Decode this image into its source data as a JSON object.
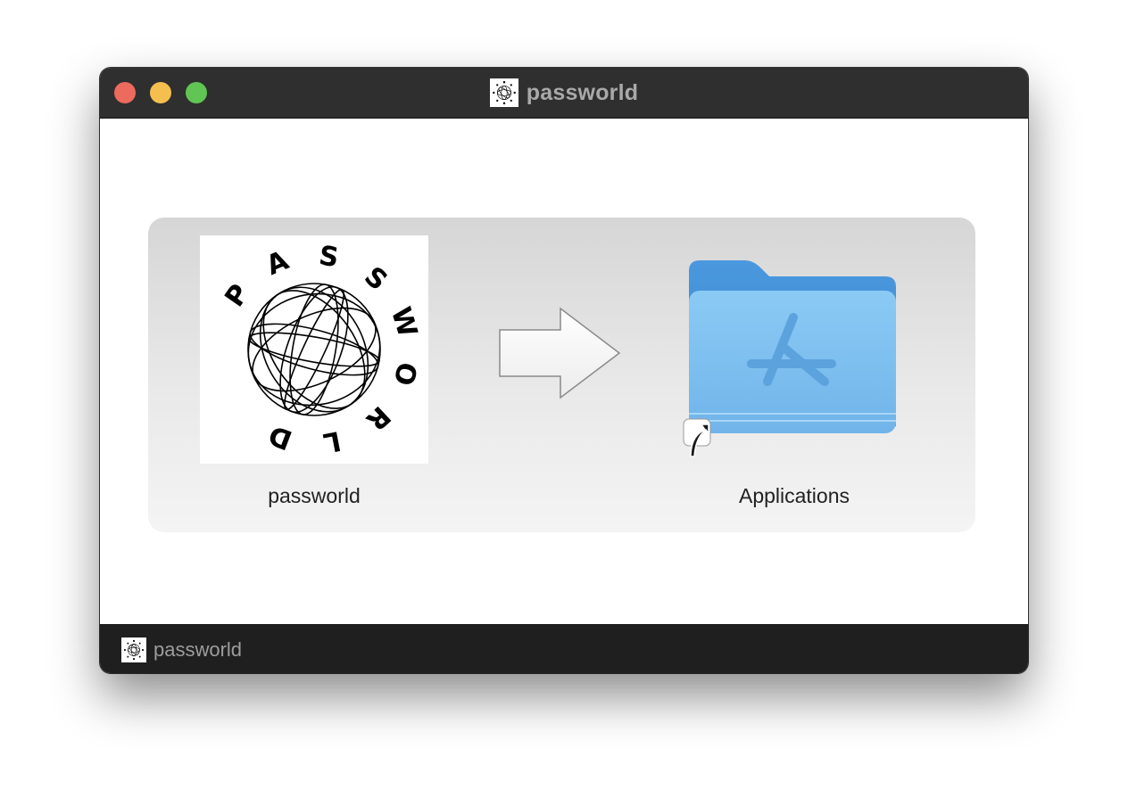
{
  "window": {
    "title": "passworld"
  },
  "installer": {
    "app_name": "passworld",
    "logo_letters": [
      "P",
      "A",
      "S",
      "S",
      "W",
      "O",
      "R",
      "L",
      "D"
    ],
    "target_name": "Applications"
  },
  "statusbar": {
    "volume_name": "passworld"
  },
  "icons": {
    "close": "close-button",
    "minimize": "minimize-button",
    "zoom": "zoom-button",
    "arrow": "right-arrow-icon",
    "folder": "applications-folder-icon",
    "alias": "alias-arrow-icon"
  },
  "colors": {
    "titlebar": "#2f2f2f",
    "bottombar": "#1f1f1f",
    "close": "#ed6a5e",
    "minimize": "#f5bf4f",
    "zoom": "#61c554",
    "folder": "#7fc1f2"
  }
}
